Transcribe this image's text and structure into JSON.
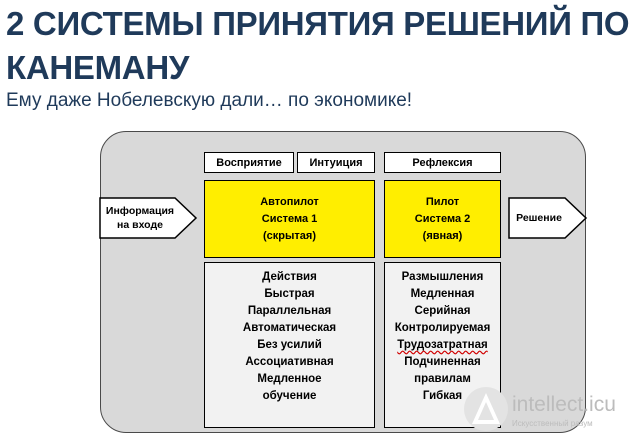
{
  "header": {
    "title": "2 СИСТЕМЫ ПРИНЯТИЯ РЕШЕНИЙ ПО КАНЕМАНУ",
    "subtitle": "Ему даже Нобелевскую дали… по экономике!"
  },
  "diagram": {
    "input_label": [
      "Информация",
      "на входе"
    ],
    "output_label": "Решение",
    "headers": {
      "perception": "Восприятие",
      "intuition": "Интуиция",
      "reflection": "Рефлексия"
    },
    "system1": {
      "title_lines": [
        "Автопилот",
        "Система 1",
        "(скрытая)"
      ],
      "traits": [
        "Действия",
        "Быстрая",
        "Параллельная",
        "Автоматическая",
        "Без усилий",
        "Ассоциативная",
        "Медленное",
        "обучение"
      ]
    },
    "system2": {
      "title_lines": [
        "Пилот",
        "Система 2",
        "(явная)"
      ],
      "traits": [
        "Размышления",
        "Медленная",
        "Серийная",
        "Контролируемая",
        "Трудозатратная",
        "Подчиненная",
        "правилам",
        "Гибкая"
      ]
    }
  },
  "watermark": {
    "text": "intellect.icu",
    "subtext": "Искусственный разум"
  },
  "colors": {
    "title": "#1f3a5a",
    "system_box": "#ffee00",
    "panel": "#d9d9d9"
  }
}
